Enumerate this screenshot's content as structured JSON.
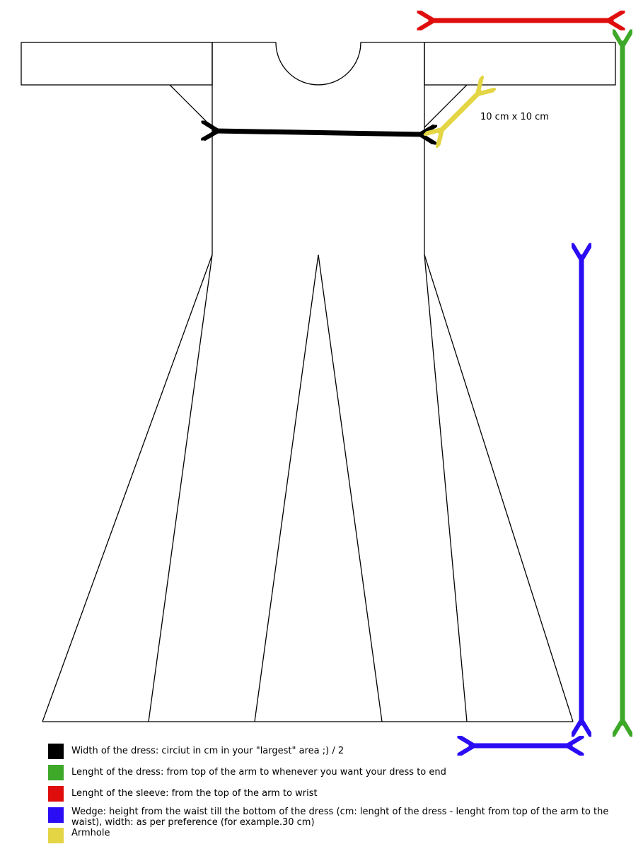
{
  "colors": {
    "width": "#000000",
    "length": "#3ea829",
    "sleeve": "#e00d0d",
    "wedge": "#2a0cf5",
    "armhole": "#e3d544",
    "outline": "#000000"
  },
  "annotation": "10 cm x 10 cm",
  "legend": {
    "width": "Width of the dress: circiut in cm in your \"largest\" area ;) / 2",
    "length": "Lenght of the dress: from top of the arm to whenever you want your dress to end",
    "sleeve": "Lenght of the sleeve: from the top of the arm to wrist",
    "wedge": "Wedge: height from the waist till the bottom of the dress (cm: lenght of the dress - lenght from top of the  arm to the waist), width: as per preference (for example.30 cm)",
    "armhole": "Armhole"
  }
}
